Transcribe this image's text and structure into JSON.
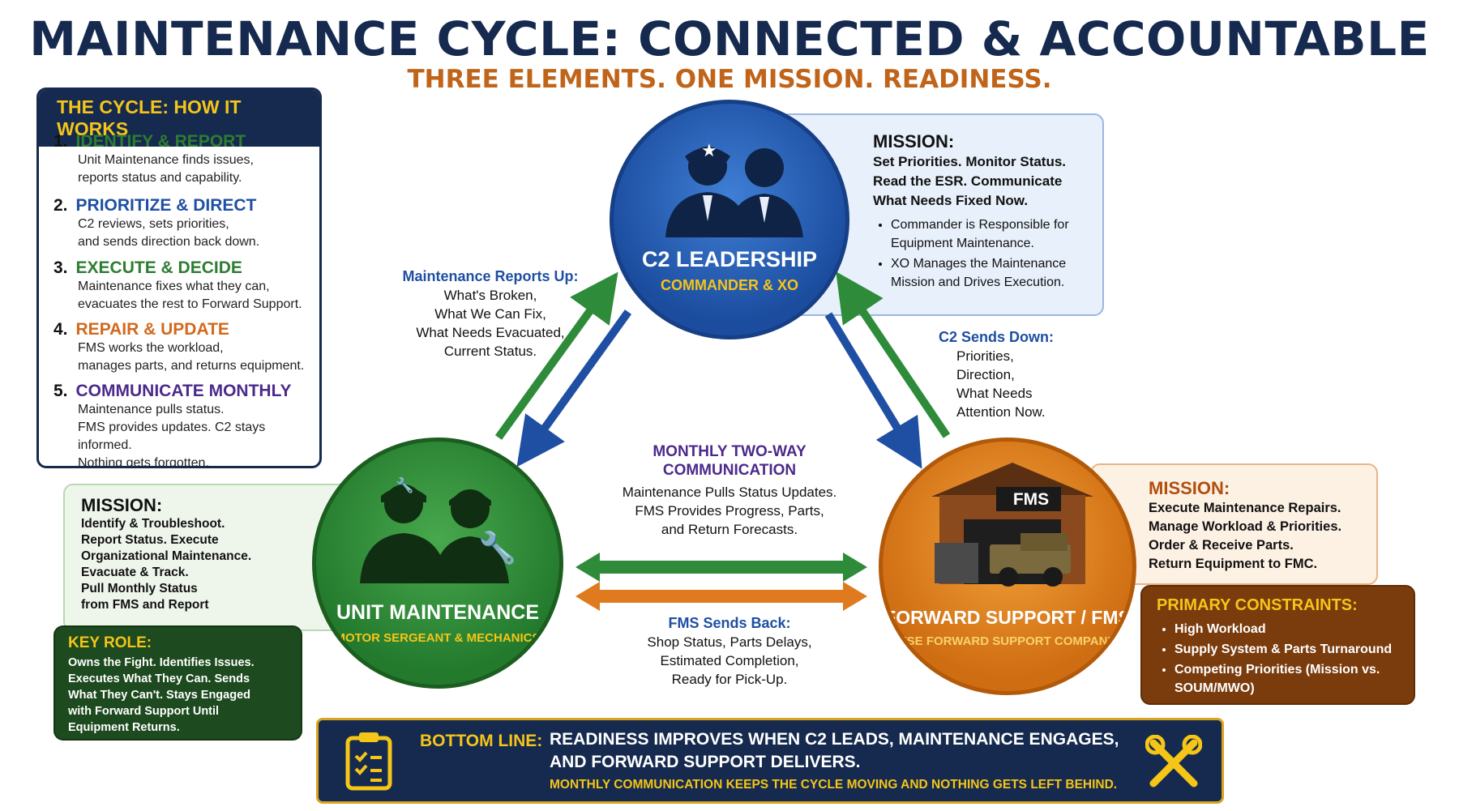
{
  "title": "MAINTENANCE CYCLE: CONNECTED & ACCOUNTABLE",
  "subtitle": "THREE ELEMENTS. ONE MISSION. READINESS.",
  "colors": {
    "navy": "#152a4e",
    "gold": "#f5c518",
    "orange": "#c0641a",
    "green": "#2e8b3a",
    "blue": "#1f4fa3",
    "purple": "#4b2a8a"
  },
  "cycle": {
    "heading": "THE CYCLE: HOW IT WORKS",
    "steps": [
      {
        "num": "1.",
        "title": "IDENTIFY & REPORT",
        "text1": "Unit Maintenance finds issues,",
        "text2": "reports status and capability.",
        "text3": ""
      },
      {
        "num": "2.",
        "title": "PRIORITIZE & DIRECT",
        "text1": "C2 reviews, sets priorities,",
        "text2": "and sends direction back down.",
        "text3": ""
      },
      {
        "num": "3.",
        "title": "EXECUTE & DECIDE",
        "text1": "Maintenance fixes what they can,",
        "text2": "evacuates the rest to Forward Support.",
        "text3": ""
      },
      {
        "num": "4.",
        "title": "REPAIR & UPDATE",
        "text1": "FMS works the workload,",
        "text2": "manages parts, and returns equipment.",
        "text3": ""
      },
      {
        "num": "5.",
        "title": "COMMUNICATE MONTHLY",
        "text1": "Maintenance pulls status.",
        "text2": "FMS provides updates. C2 stays informed.",
        "text3": "Nothing gets forgotten."
      }
    ]
  },
  "c2": {
    "title": "C2 LEADERSHIP",
    "subtitle": "COMMANDER & XO",
    "mission_head": "MISSION:",
    "mission_lines": [
      "Set Priorities. Monitor Status.",
      "Read the ESR. Communicate",
      "What Needs Fixed Now."
    ],
    "bullets": [
      "Commander is Responsible for Equipment Maintenance.",
      "XO Manages the Maintenance Mission and Drives Execution."
    ]
  },
  "unit": {
    "title": "UNIT MAINTENANCE",
    "subtitle": "MOTOR SERGEANT & MECHANICS",
    "mission_head": "MISSION:",
    "mission_lines": [
      "Identify & Troubleshoot.",
      "Report Status. Execute",
      "Organizational Maintenance.",
      "Evacuate & Track.",
      "Pull Monthly Status",
      "from FMS and Report"
    ],
    "key_head": "KEY ROLE:",
    "key_lines": [
      "Owns the Fight. Identifies Issues.",
      "Executes What They Can. Sends",
      "What They Can't. Stays Engaged",
      "with Forward Support Until",
      "Equipment Returns."
    ]
  },
  "fms": {
    "title": "FORWARD SUPPORT / FMS",
    "subtitle": "FSE FORWARD SUPPORT COMPANY",
    "sign": "FMS",
    "mission_head": "MISSION:",
    "mission_lines": [
      "Execute Maintenance Repairs.",
      "Manage Workload & Priorities.",
      "Order & Receive Parts.",
      "Return Equipment to FMC."
    ],
    "constraints_head": "PRIMARY CONSTRAINTS:",
    "constraints": [
      "High Workload",
      "Supply System & Parts Turnaround",
      "Competing Priorities (Mission vs. SOUM/MWO)"
    ]
  },
  "flows": {
    "up_head": "Maintenance Reports Up:",
    "up_lines": [
      "What's Broken,",
      "What We Can Fix,",
      "What Needs Evacuated,",
      "Current Status."
    ],
    "down_head": "C2 Sends Down:",
    "down_lines": [
      "Priorities,",
      "Direction,",
      "What Needs",
      "Attention Now."
    ],
    "monthly_head1": "MONTHLY TWO-WAY",
    "monthly_head2": "COMMUNICATION",
    "monthly_lines": [
      "Maintenance Pulls Status Updates.",
      "FMS Provides Progress, Parts,",
      "and Return Forecasts."
    ],
    "back_head": "FMS Sends Back:",
    "back_lines": [
      "Shop Status, Parts Delays,",
      "Estimated Completion,",
      "Ready for Pick-Up."
    ]
  },
  "bottom": {
    "label": "BOTTOM LINE:",
    "line1": "READINESS IMPROVES WHEN C2 LEADS, MAINTENANCE ENGAGES,",
    "line2": "AND FORWARD SUPPORT DELIVERS.",
    "line3": "MONTHLY COMMUNICATION KEEPS THE CYCLE MOVING AND NOTHING GETS LEFT BEHIND."
  },
  "icons": [
    "star-icon",
    "wrench-icon",
    "clipboard-checklist-icon",
    "crossed-tools-icon",
    "military-truck-icon",
    "garage-icon",
    "person-silhouette-icon"
  ]
}
